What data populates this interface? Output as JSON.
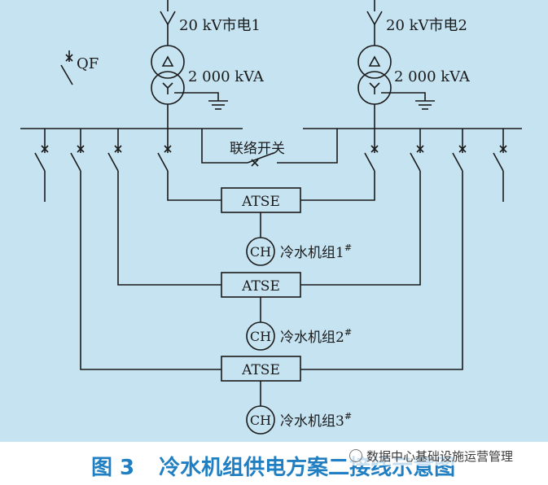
{
  "diagram": {
    "source1_label": "20 kV市电1",
    "source2_label": "20 kV市电2",
    "transformer1_label": "2 000 kVA",
    "transformer2_label": "2 000 kVA",
    "breaker_legend_label": "QF",
    "tie_switch_label": "联络开关",
    "atse_units": [
      {
        "switch_label": "ATSE",
        "motor_symbol": "CH",
        "chiller_label": "冷水机组1",
        "chiller_mark": "#"
      },
      {
        "switch_label": "ATSE",
        "motor_symbol": "CH",
        "chiller_label": "冷水机组2",
        "chiller_mark": "#"
      },
      {
        "switch_label": "ATSE",
        "motor_symbol": "CH",
        "chiller_label": "冷水机组3",
        "chiller_mark": "#"
      }
    ]
  },
  "caption": {
    "figure_number": "图 3",
    "title": "冷水机组供电方案二接线示意图",
    "watermark": "数据中心基础设施运营管理"
  },
  "colors": {
    "diagram_background": "#c6e3f1",
    "caption_color": "#1f7fc2",
    "line_color": "#1a1a1a"
  }
}
